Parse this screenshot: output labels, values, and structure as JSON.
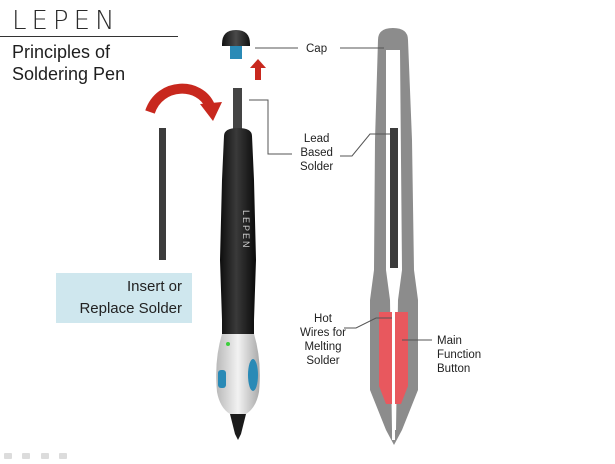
{
  "brand": {
    "logo_text": "LEPEN"
  },
  "header": {
    "title": "Principles of\nSoldering Pen"
  },
  "callout": {
    "insert_text": "Insert or\nReplace Solder"
  },
  "labels": {
    "cap": "Cap",
    "lead_solder": "Lead\nBased\nSolder",
    "hot_wires": "Hot\nWires for\nMelting\nSolder",
    "main_button": "Main\nFunction\nButton"
  },
  "pen": {
    "brand_text": "LEPEN"
  },
  "colors": {
    "accent_blue": "#2a8ab6",
    "arrow_red": "#c8281e",
    "heater_red": "#e8585e",
    "pen_body": "#1a1a1a",
    "cutaway_gray": "#8c8c8c",
    "solder_gray": "#3c3c3c",
    "callout_bg": "#cfe7ee"
  },
  "icons": [
    "curved-arrow-icon",
    "up-arrow-icon"
  ]
}
